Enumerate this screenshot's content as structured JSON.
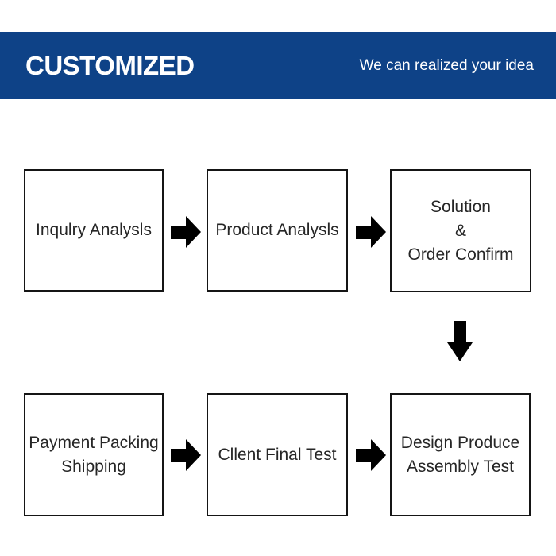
{
  "header": {
    "title": "CUSTOMIZED",
    "tagline": "We can realized your idea",
    "background_color": "#0e4287",
    "text_color": "#ffffff"
  },
  "flowchart": {
    "box_border_color": "#151515",
    "arrow_color": "#000000",
    "rows": [
      {
        "boxes": [
          {
            "lines": [
              "Inqulry Analysls"
            ]
          },
          {
            "lines": [
              "Product Analysls"
            ]
          },
          {
            "lines": [
              "Solution",
              "&",
              "Order Confirm"
            ]
          }
        ]
      },
      {
        "boxes": [
          {
            "lines": [
              "Payment Packing",
              "Shipping"
            ]
          },
          {
            "lines": [
              "Cllent Final Test"
            ]
          },
          {
            "lines": [
              "Design Produce",
              "Assembly Test"
            ]
          }
        ]
      }
    ],
    "connectors": [
      "arrow-right",
      "arrow-right",
      "arrow-down",
      "arrow-right",
      "arrow-right"
    ]
  }
}
